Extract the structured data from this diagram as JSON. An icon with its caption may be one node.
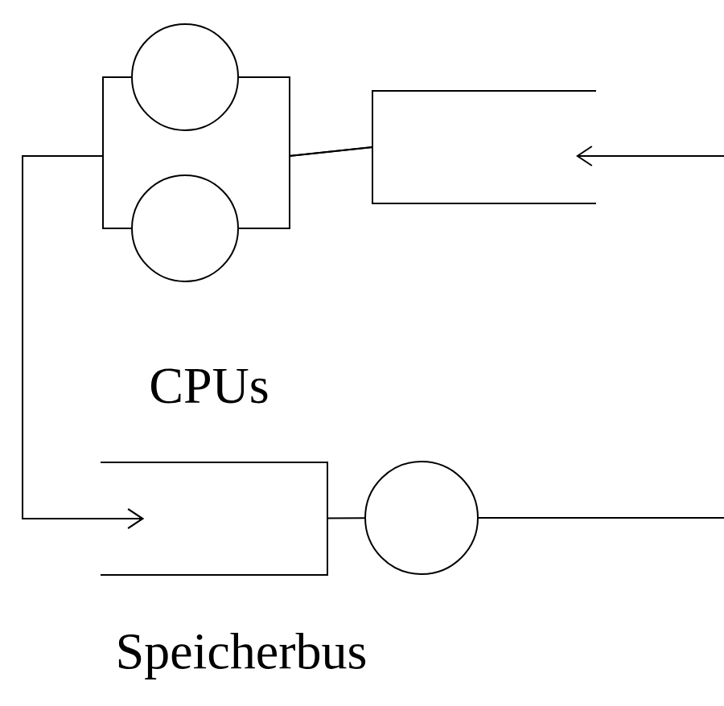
{
  "diagram": {
    "nodes": [
      {
        "text": [],
        "shape": "circle"
      },
      {
        "text": [],
        "shape": "circle"
      },
      {
        "text": [],
        "shape": "box"
      },
      {
        "text": [],
        "shape": "box"
      },
      {
        "text": [],
        "shape": "circle"
      }
    ],
    "edges": [
      {
        "from": null,
        "to": 2,
        "arrow": "to"
      },
      {
        "from": 2,
        "to": 0,
        "arrow": "none"
      },
      {
        "from": 2,
        "to": 1,
        "arrow": "none"
      },
      {
        "from": 0,
        "to": 3,
        "arrow": "to"
      },
      {
        "from": 1,
        "to": 3,
        "arrow": "to"
      },
      {
        "from": 3,
        "to": 4,
        "arrow": "none"
      },
      {
        "from": 4,
        "to": null,
        "arrow": "none"
      }
    ],
    "labels": [
      "CPUs",
      "Speicherbus"
    ]
  }
}
